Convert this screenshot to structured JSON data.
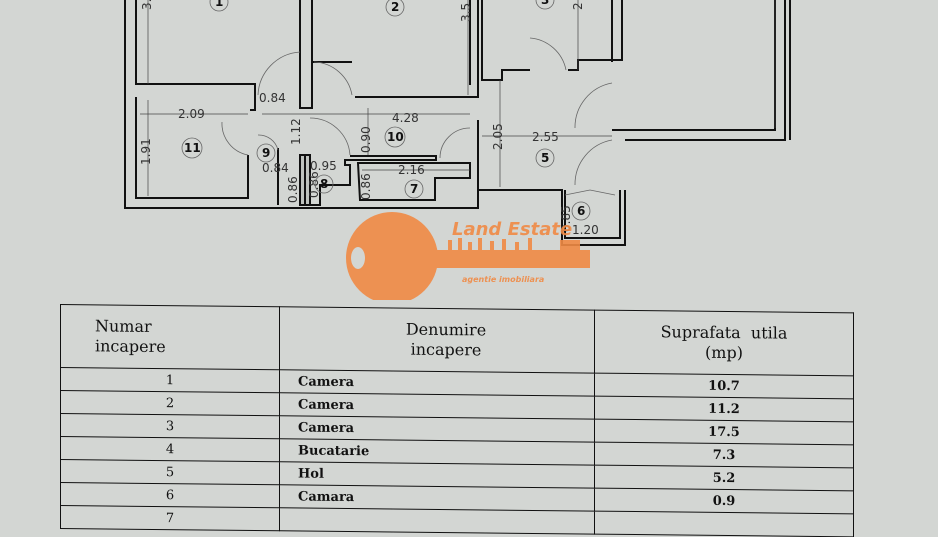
{
  "floor_plan": {
    "rooms": [
      {
        "id": "1"
      },
      {
        "id": "2"
      },
      {
        "id": "3"
      },
      {
        "id": "5"
      },
      {
        "id": "6"
      },
      {
        "id": "7"
      },
      {
        "id": "8"
      },
      {
        "id": "9"
      },
      {
        "id": "10"
      },
      {
        "id": "11"
      }
    ],
    "dimensions": {
      "d_209": "2.09",
      "d_191": "1.91",
      "d_084a": "0.84",
      "d_112": "1.12",
      "d_428": "4.28",
      "d_090": "0.90",
      "d_084b": "0.84",
      "d_095": "0.95",
      "d_086a": "0.86",
      "d_086b": "0.86",
      "d_216": "2.16",
      "d_086c": "0.86",
      "d_205": "2.05",
      "d_255": "2.55",
      "d_085": "0.85",
      "d_120": "1.20",
      "d_35": "3.5",
      "d_3": "3.",
      "d_2": "2"
    }
  },
  "watermark": {
    "brand": "Land Estate",
    "tagline": "agentie imobiliara",
    "color": "#f08a45"
  },
  "table": {
    "headers": {
      "number": [
        "Numar",
        "incapere"
      ],
      "name": [
        "Denumire",
        "incapere"
      ],
      "area": [
        "Suprafata  utila",
        "(mp)"
      ]
    },
    "rows": [
      {
        "num": "1",
        "name": "Camera",
        "area": "10.7"
      },
      {
        "num": "2",
        "name": "Camera",
        "area": "11.2"
      },
      {
        "num": "3",
        "name": "Camera",
        "area": "17.5"
      },
      {
        "num": "4",
        "name": "Bucatarie",
        "area": "7.3"
      },
      {
        "num": "5",
        "name": "Hol",
        "area": "5.2"
      },
      {
        "num": "6",
        "name": "Camara",
        "area": "0.9"
      },
      {
        "num": "7",
        "name": "",
        "area": ""
      }
    ]
  }
}
